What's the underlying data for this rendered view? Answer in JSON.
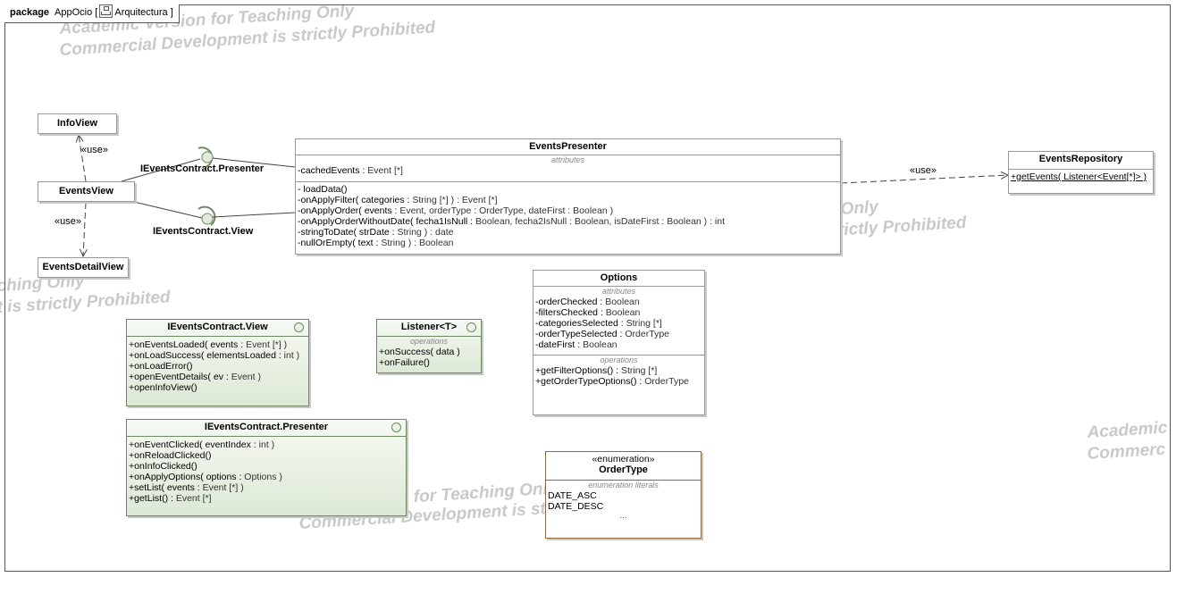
{
  "package": {
    "keyword": "package",
    "name": "AppOcio",
    "diagram": "Arquitectura"
  },
  "watermarks": [
    "Academic Version for Teaching Only",
    "Commercial Development is strictly Prohibited",
    "ching Only",
    "t is strictly Prohibited",
    "Only",
    "trictly Prohibited",
    "ersion for Teaching Only",
    "Commercial Development is strictly Prohibited",
    "Academic",
    "Commerc"
  ],
  "labels": {
    "use1": "«use»",
    "use2": "«use»",
    "use3": "«use»",
    "presenter_iface": "IEventsContract.Presenter",
    "view_iface": "IEventsContract.View"
  },
  "info_view": {
    "title": "InfoView"
  },
  "events_view": {
    "title": "EventsView"
  },
  "events_detail_view": {
    "title": "EventsDetailView"
  },
  "events_presenter": {
    "title": "EventsPresenter",
    "attributes_label": "attributes",
    "attributes": [
      {
        "name": "-cachedEvents : ",
        "type": "Event [*]"
      }
    ],
    "operations": [
      {
        "name": "- loadData()",
        "type": ""
      },
      {
        "name": "-onApplyFilter( categories : ",
        "type": "String [*] ) : Event [*]"
      },
      {
        "name": "-onApplyOrder( events : ",
        "type": "Event, orderType : OrderType, dateFirst : Boolean )"
      },
      {
        "name": "-onApplyOrderWithoutDate( fecha1IsNull : ",
        "type": "Boolean, fecha2IsNull : Boolean, isDateFirst : Boolean ) : int"
      },
      {
        "name": "-stringToDate( strDate : ",
        "type": "String ) : date"
      },
      {
        "name": "-nullOrEmpty( text : ",
        "type": "String ) : Boolean"
      }
    ]
  },
  "events_repository": {
    "title": "EventsRepository",
    "operations": [
      {
        "name": "+getEvents( Listener<Event[*]> )"
      }
    ]
  },
  "options": {
    "title": "Options",
    "attributes_label": "attributes",
    "attributes": [
      {
        "name": "-orderChecked : ",
        "type": "Boolean"
      },
      {
        "name": "-filtersChecked : ",
        "type": "Boolean"
      },
      {
        "name": "-categoriesSelected : ",
        "type": "String [*]"
      },
      {
        "name": "-orderTypeSelected : ",
        "type": "OrderType"
      },
      {
        "name": "-dateFirst : ",
        "type": "Boolean"
      }
    ],
    "operations_label": "operations",
    "operations": [
      {
        "name": "+getFilterOptions() : ",
        "type": "String [*]"
      },
      {
        "name": "+getOrderTypeOptions() : ",
        "type": "OrderType"
      }
    ]
  },
  "iview": {
    "title": "IEventsContract.View",
    "operations": [
      {
        "name": "+onEventsLoaded( events : ",
        "type": "Event [*] )"
      },
      {
        "name": "+onLoadSuccess( elementsLoaded : ",
        "type": "int )"
      },
      {
        "name": "+onLoadError()",
        "type": ""
      },
      {
        "name": "+openEventDetails( ev : ",
        "type": "Event )"
      },
      {
        "name": "+openInfoView()",
        "type": ""
      }
    ]
  },
  "listener": {
    "title": "Listener<T>",
    "operations_label": "operations",
    "operations": [
      {
        "name": "+onSuccess( data )",
        "type": ""
      },
      {
        "name": "+onFailure()",
        "type": ""
      }
    ]
  },
  "ipresenter": {
    "title": "IEventsContract.Presenter",
    "operations": [
      {
        "name": "+onEventClicked( eventIndex : ",
        "type": "int )"
      },
      {
        "name": "+onReloadClicked()",
        "type": ""
      },
      {
        "name": "+onInfoClicked()",
        "type": ""
      },
      {
        "name": "+onApplyOptions( options : ",
        "type": "Options )"
      },
      {
        "name": "+setList( events : ",
        "type": "Event [*] )"
      },
      {
        "name": "+getList() : ",
        "type": "Event [*]"
      }
    ]
  },
  "order_type": {
    "stereotype": "«enumeration»",
    "title": "OrderType",
    "literals_label": "enumeration literals",
    "literals": [
      "DATE_ASC",
      "DATE_DESC"
    ],
    "more": "..."
  }
}
